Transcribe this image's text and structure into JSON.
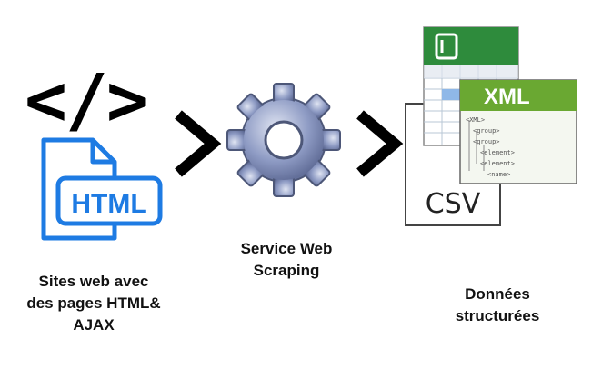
{
  "source": {
    "code_symbol": "</>",
    "file_label": "HTML",
    "caption_lines": [
      "Sites web avec",
      "des pages HTML&",
      "AJAX"
    ]
  },
  "service": {
    "caption_lines": [
      "Service Web",
      "Scraping"
    ]
  },
  "output": {
    "xml_label": "XML",
    "csv_label": "CSV",
    "xml_tree": [
      "<XML>",
      "<group>",
      "<group>",
      "<element>",
      "<element>",
      "<name>"
    ],
    "caption_lines": [
      "Données",
      "structurées"
    ]
  },
  "colors": {
    "html_blue": "#1e7be3",
    "gear_blue": "#7d8cb8",
    "xml_green": "#6aa832",
    "sheet_green": "#2e8b3c",
    "arrow": "#000000"
  },
  "icons": [
    "code-brackets-icon",
    "html-file-icon",
    "gear-icon",
    "spreadsheet-icon",
    "xml-document-icon",
    "csv-file-icon",
    "chevron-right-icon"
  ]
}
